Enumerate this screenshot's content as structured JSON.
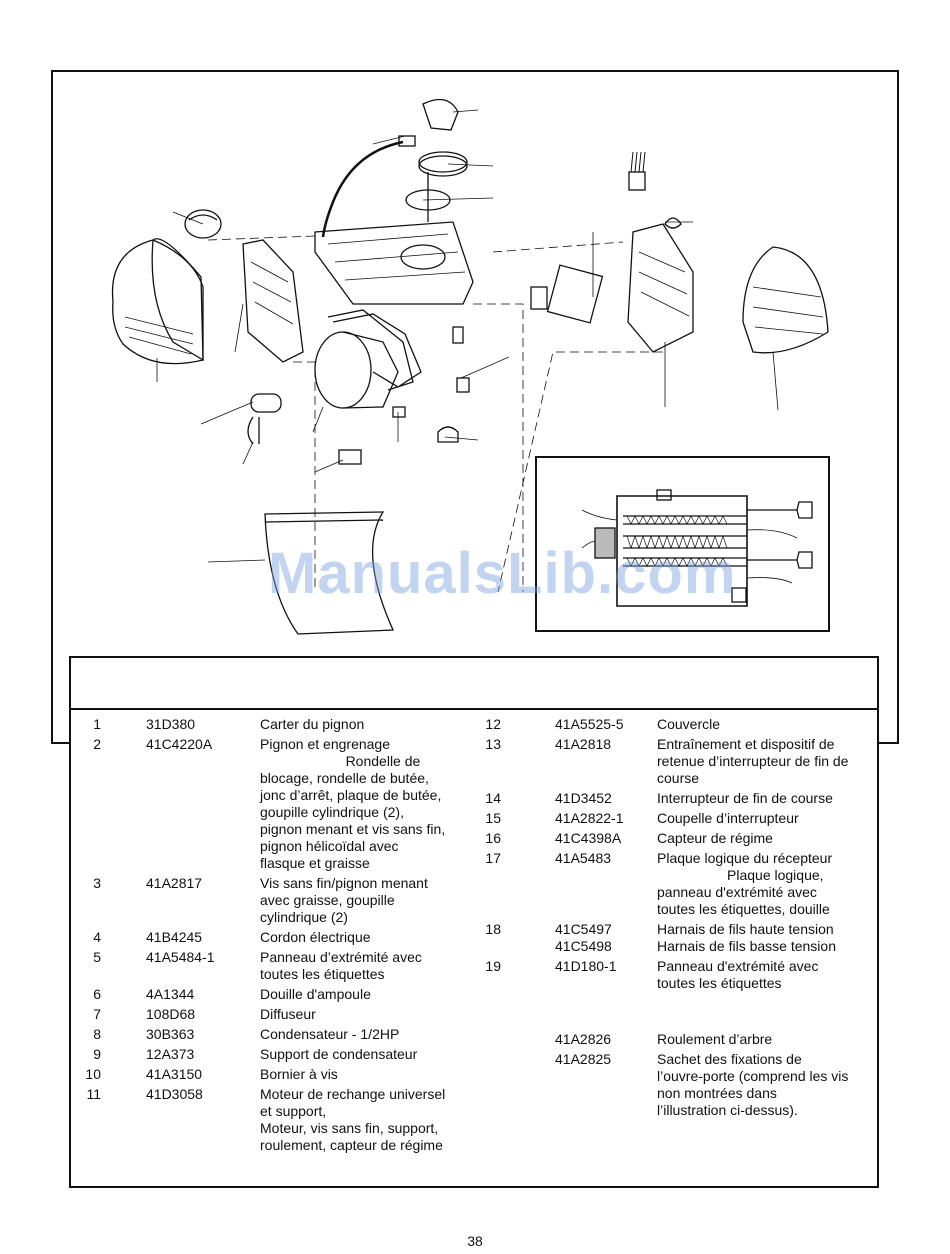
{
  "watermark": "ManualsLib.com",
  "page_number": "38",
  "left_parts": [
    {
      "num": "1",
      "part": "31D380",
      "desc": "Carter du pignon"
    },
    {
      "num": "2",
      "part": "41C4220A",
      "desc": "Pignon et engrenage\n                      Rondelle de\nblocage, rondelle de butée,\njonc d’arrêt, plaque de butée,\ngoupille cylindrique (2),\npignon menant et vis sans fin,\npignon hélicoïdal avec\nflasque et graisse"
    },
    {
      "num": "3",
      "part": "41A2817",
      "desc": "Vis sans fin/pignon menant\navec graisse, goupille\ncylindrique (2)"
    },
    {
      "num": "4",
      "part": "41B4245",
      "desc": "Cordon électrique"
    },
    {
      "num": "5",
      "part": "41A5484-1",
      "desc": "Panneau d’extrémité avec\ntoutes les étiquettes"
    },
    {
      "num": "6",
      "part": "4A1344",
      "desc": "Douille d'ampoule"
    },
    {
      "num": "7",
      "part": "108D68",
      "desc": "Diffuseur"
    },
    {
      "num": "8",
      "part": "30B363",
      "desc": "Condensateur - 1/2HP"
    },
    {
      "num": "9",
      "part": "12A373",
      "desc": "Support de condensateur"
    },
    {
      "num": "10",
      "part": "41A3150",
      "desc": "Bornier à vis"
    },
    {
      "num": "11",
      "part": "41D3058",
      "desc": "Moteur de rechange universel\net support,\nMoteur, vis sans fin, support,\nroulement, capteur de régime"
    }
  ],
  "right_parts": [
    {
      "num": "12",
      "part": "41A5525-5",
      "desc": "Couvercle"
    },
    {
      "num": "13",
      "part": "41A2818",
      "desc": "Entraînement et dispositif de\nretenue d’interrupteur de fin de\ncourse"
    },
    {
      "num": "14",
      "part": "41D3452",
      "desc": "Interrupteur de fin de course"
    },
    {
      "num": "15",
      "part": "41A2822-1",
      "desc": "Coupelle d’interrupteur"
    },
    {
      "num": "16",
      "part": "41C4398A",
      "desc": "Capteur de régime"
    },
    {
      "num": "17",
      "part": "41A5483",
      "desc": "Plaque logique du récepteur\n                  Plaque logique,\npanneau d'extrémité avec\ntoutes les étiquettes, douille"
    },
    {
      "num": "18",
      "part": "41C5497\n41C5498",
      "desc": "Harnais de fils haute tension\nHarnais de fils basse tension"
    },
    {
      "num": "19",
      "part": "41D180-1",
      "desc": "Panneau d'extrémité avec\ntoutes les étiquettes"
    },
    {
      "num": "",
      "part": "41A2826",
      "desc": "Roulement d’arbre"
    },
    {
      "num": "",
      "part": "41A2825",
      "desc": "Sachet des fixations de\nl’ouvre-porte (comprend les vis\nnon montrées dans\nl’illustration ci-dessus)."
    }
  ]
}
